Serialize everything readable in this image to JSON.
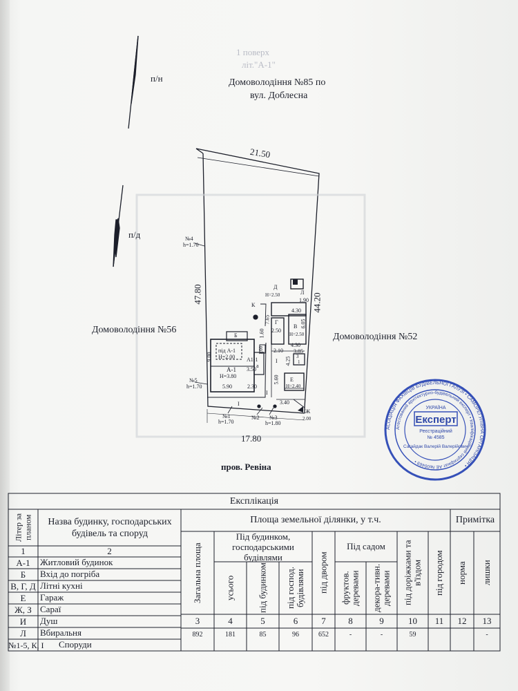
{
  "header_ghost": {
    "line1": "1 поверх",
    "line2": "літ.\"А-1\""
  },
  "plan": {
    "north_label": "п/н",
    "south_label": "п/д",
    "top_neighbor_line1": "Домоволодіння №85 по",
    "top_neighbor_line2": "вул. Доблесна",
    "left_neighbor": "Домоволодіння №56",
    "right_neighbor": "Домоволодіння №52",
    "street": "пров. Ревіна",
    "dim_top": "21.50",
    "dim_left": "47.80",
    "dim_right": "44.20",
    "dim_bottom": "17.80",
    "points": [
      {
        "label": "№4",
        "h": "h=1.70"
      },
      {
        "label": "№5",
        "h": "h=1.70"
      },
      {
        "label": "№1",
        "h": "h=1.70"
      },
      {
        "label": "№2",
        "h": ""
      },
      {
        "label": "№3",
        "h": "h=1.80"
      }
    ],
    "buildings": {
      "a1_cellar": "під А-1",
      "a1_cellar_h": "H=2.00",
      "a1": "А-1",
      "a1_h": "H=3.80",
      "a1_1": "А1-1",
      "a_small": "а",
      "b": "Б",
      "g": "Г",
      "v": "В",
      "v_h": "H=2.50",
      "d": "Д",
      "d_h": "H=2.50",
      "l": "Л",
      "e": "Е",
      "e_h": "H=2.40",
      "k": "К",
      "z": "З",
      "zh": "Ж",
      "i1": "І",
      "i2": "І",
      "i3": "І"
    },
    "dims": {
      "d900": "9.00",
      "d590": "5.90",
      "d230": "2.30",
      "d350": "3.50",
      "d160": "1.60",
      "d765": "7.65",
      "d250": "2.50",
      "d430a": "4.30",
      "d430b": "4.30",
      "d605": "6.05",
      "d190": "1.90",
      "d210": "2.10",
      "d385": "3.85",
      "d425": "4.25",
      "d560": "5.60",
      "d340": "3.40",
      "d200": "2.00",
      "d1": "1",
      "d100": "1.00"
    }
  },
  "stamp": {
    "title": "Експерт",
    "sub1": "Реєстраційний",
    "sub2": "№ 4585",
    "country": "УКРАЇНА",
    "ring_outer": "АСОЦІАЦІЯ ФАХІВЦІВ БУДІВЕЛЬНОЇ ГАЛУЗІ • САМОРЕГУЛІВНА ОРГАНІЗАЦІЯ •",
    "ring_inner": "Атестований архітектурно-будівельний експерт • Кваліфікаційний сертифікат АЕ №00469 •",
    "name": "Сагайдак Валерій Валерійович"
  },
  "table": {
    "title": "Експлікація",
    "col_litera": "Літер за планом",
    "col_name": "Назва будинку, господарських будівель та споруд",
    "col_area": "Площа земельної ділянки, у т.ч.",
    "col_note": "Примітка",
    "h_total": "Загальна площа",
    "h_under_bld": "Під будинком, господарськими будівлями",
    "h_all": "усього",
    "h_under_house": "під будинком",
    "h_under_outb": "під господ. будівлями",
    "h_yard": "під двором",
    "h_garden": "Під садом",
    "h_fruit": "фруктов. деревами",
    "h_decor": "декора-тивн. деревами",
    "h_paths": "під доріжками та в'їздом",
    "h_vegetable": "під городом",
    "h_norm": "норма",
    "h_excess": "лишки",
    "rows": [
      {
        "lit": "1",
        "name": "2"
      },
      {
        "lit": "А-1",
        "name": "Житловий будинок"
      },
      {
        "lit": "Б",
        "name": "Вхід до погріба"
      },
      {
        "lit": "В, Г, Д",
        "name": "Літні кухні"
      },
      {
        "lit": "Е",
        "name": "Гараж"
      },
      {
        "lit": "Ж, З",
        "name": "Сараї"
      },
      {
        "lit": "И",
        "name": "Душ"
      },
      {
        "lit": "Л",
        "name": "Вбиральня"
      },
      {
        "lit": "№1-5, К, І",
        "name": "Споруди"
      }
    ],
    "col_numbers": [
      "3",
      "4",
      "5",
      "6",
      "7",
      "8",
      "9",
      "10",
      "11",
      "12",
      "13"
    ],
    "values": [
      "892",
      "181",
      "85",
      "96",
      "652",
      "-",
      "-",
      "59",
      "",
      "",
      "-"
    ]
  }
}
